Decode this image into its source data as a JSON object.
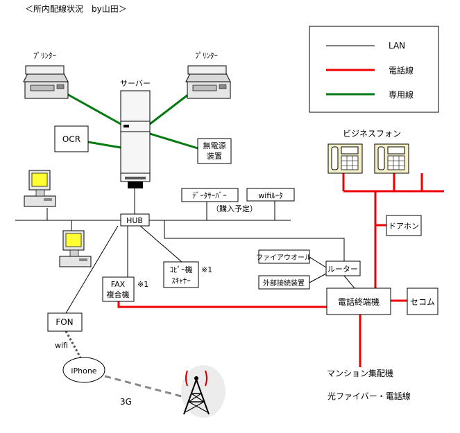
{
  "title": "＜所内配線状況　by山田＞",
  "legend": {
    "lan": "LAN",
    "phone": "電話線",
    "dedicated": "専用線",
    "colors": {
      "lan": "#000000",
      "phone": "#ee0000",
      "dedicated": "#007a10"
    }
  },
  "nodes": {
    "printer_left": "ﾌﾟﾘﾝﾀｰ",
    "printer_right": "ﾌﾟﾘﾝﾀｰ",
    "server": "サーバー",
    "ocr": "OCR",
    "ups_line1": "無電源",
    "ups_line2": "装置",
    "hub": "HUB",
    "data_server": "ﾃﾞｰﾀｻｰﾊﾞｰ",
    "purchase_note": "（購入予定）",
    "wifi_router": "wifiﾙｰﾀ",
    "fax_line1": "FAX",
    "fax_line2": "複合機",
    "fax_note": "※1",
    "copy_line1": "ｺﾋﾟｰ機",
    "copy_line2": "ｽｷｬﾅｰ",
    "copy_note": "※1",
    "firewall": "ファイアウオール",
    "router": "ルーター",
    "external": "外部接続装置",
    "phone_terminal": "電話終端機",
    "secom": "セコム",
    "business_phone": "ビジネスフォン",
    "door_phone": "ドアホン",
    "fon": "FON",
    "wifi": "wifi",
    "iphone": "iPhone",
    "three_g": "3G",
    "mansion": "マンション集配機",
    "fiber": "光ファイバー・電話線"
  }
}
